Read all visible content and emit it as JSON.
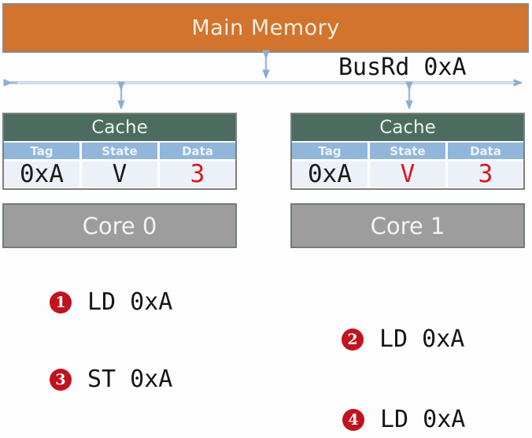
{
  "main_memory": {
    "label": "Main Memory"
  },
  "bus": {
    "label": "BusRd 0xA"
  },
  "caches": [
    {
      "title": "Cache",
      "columns": [
        "Tag",
        "State",
        "Data"
      ],
      "row": {
        "tag": "0xA",
        "state": "V",
        "data": "3"
      },
      "row_colors": {
        "tag": "#1A1A1A",
        "state": "#1A1A1A",
        "data": "#D6171F"
      }
    },
    {
      "title": "Cache",
      "columns": [
        "Tag",
        "State",
        "Data"
      ],
      "row": {
        "tag": "0xA",
        "state": "V",
        "data": "3"
      },
      "row_colors": {
        "tag": "#1A1A1A",
        "state": "#D6171F",
        "data": "#D6171F"
      }
    }
  ],
  "cores": [
    {
      "label": "Core 0"
    },
    {
      "label": "Core 1"
    }
  ],
  "operations": [
    {
      "num": "1",
      "text": "LD 0xA"
    },
    {
      "num": "2",
      "text": "LD 0xA"
    },
    {
      "num": "3",
      "text": "ST 0xA"
    },
    {
      "num": "4",
      "text": "LD 0xA"
    }
  ],
  "colors": {
    "memory_orange": "#D2732E",
    "cache_green": "#4C6C60",
    "table_header_blue": "#91B6DA",
    "table_row_light": "#ECF1F8",
    "core_gray": "#9D9D9D",
    "bus_blue": "#A3BEDD",
    "value_red": "#D6171F",
    "badge_red": "#C1121E"
  }
}
